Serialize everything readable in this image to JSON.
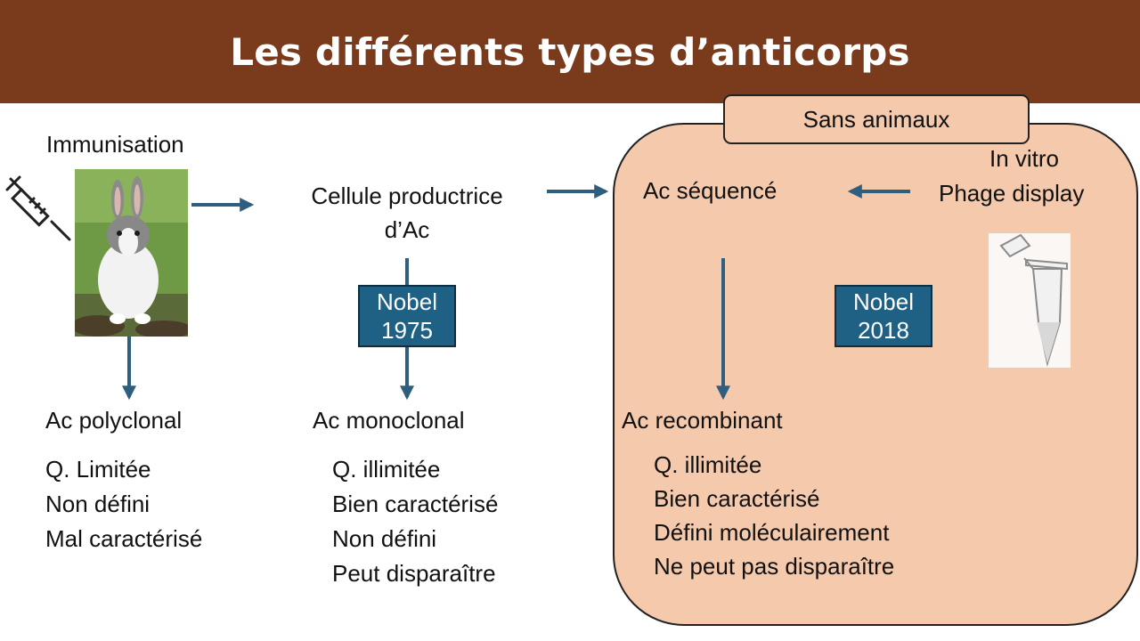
{
  "title": "Les différents types d’anticorps",
  "immunisation_label": "Immunisation",
  "cellule_label_line1": "Cellule productrice",
  "cellule_label_line2": "d’Ac",
  "sans_animaux_label": "Sans animaux",
  "ac_sequence_label": "Ac séquencé",
  "in_vitro_label": "In vitro",
  "phage_display_label": "Phage display",
  "nobel_1": {
    "line1": "Nobel",
    "line2": "1975"
  },
  "nobel_2": {
    "line1": "Nobel",
    "line2": "2018"
  },
  "polyclonal": {
    "heading": "Ac polyclonal",
    "items": [
      "Q. Limitée",
      "Non défini",
      "Mal caractérisé"
    ]
  },
  "monoclonal": {
    "heading": "Ac monoclonal",
    "items": [
      "Q. illimitée",
      "Bien caractérisé",
      "Non défini",
      "Peut disparaître"
    ]
  },
  "recombinant": {
    "heading": "Ac recombinant",
    "items": [
      "Q. illimitée",
      "Bien caractérisé",
      "Défini moléculairement",
      "Ne peut pas disparaître"
    ]
  },
  "colors": {
    "title_bar": "#7a3b1d",
    "panel": "#f5c9ab",
    "arrow": "#2f5f7f",
    "nobel_box": "#1f6085"
  },
  "icons": [
    "syringe-icon",
    "rabbit-photo",
    "eppendorf-tube-icon"
  ]
}
